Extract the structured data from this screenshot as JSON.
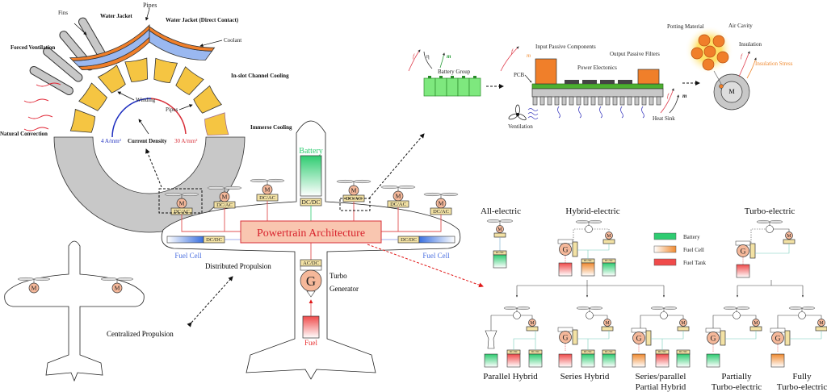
{
  "motor_cooling": {
    "fins": "Fins",
    "pipes_top": "Pipes",
    "water_jacket": "Water Jacket",
    "water_jacket_direct": "Water Jacket (Direct Contact)",
    "coolant": "Coolant",
    "forced_ventilation": "Forced Ventilation",
    "in_slot": "In-slot Channel Cooling",
    "winding": "Winding",
    "pipes_slot": "Pipes",
    "immerse": "Immerse Cooling",
    "natural_convection": "Natural Convection",
    "current_density": "Current Density",
    "cd_low": "4 A/mm²",
    "cd_high": "30 A/mm²"
  },
  "battery_group": {
    "label": "Battery Group",
    "f": "f",
    "eta": "η",
    "m": "m"
  },
  "power_electronics": {
    "input_passive": "Input Passive Components",
    "output_passive": "Output Passive Filters",
    "power_elec": "Power Electonics",
    "pcb": "PCB",
    "ventilation": "Ventilation",
    "heat_sink": "Heat Sink",
    "f": "f",
    "m": "m"
  },
  "motor_insulation": {
    "potting": "Potting Material",
    "air_cavity": "Air Cavity",
    "insulation": "Insulation",
    "insulation_stress": "Insulation Stress",
    "motor": "M",
    "f": "f"
  },
  "aircraft": {
    "battery": "Battery",
    "dcdc": "DC/DC",
    "dcac": "DC/AC",
    "acdc": "AC/DC",
    "motor": "M",
    "generator": "G",
    "powertrain": "Powertrain Architecture",
    "fuel_cell": "Fuel Cell",
    "distributed": "Distributed Propulsion",
    "turbo": "Turbo",
    "generator_label": "Generator",
    "fuel": "Fuel",
    "centralized": "Centralized Propulsion"
  },
  "architectures": {
    "all_electric": "All-electric",
    "hybrid_electric": "Hybrid-electric",
    "turbo_electric": "Turbo-electric",
    "parallel": "Parallel Hybrid",
    "series": "Series Hybrid",
    "series_parallel_1": "Series/parallel",
    "series_parallel_2": "Partial Hybrid",
    "partial_turbo_1": "Partially",
    "partial_turbo_2": "Turbo-electric",
    "fully_turbo_1": "Fully",
    "fully_turbo_2": "Turbo-electric",
    "legend": [
      {
        "label": "Battery",
        "color": "#2ecc71"
      },
      {
        "label": "Fuel Cell",
        "color": "#f08a30"
      },
      {
        "label": "Fuel Tank",
        "color": "#f04a4a"
      }
    ]
  },
  "colors": {
    "battery": "#2ecc71",
    "fuel_cell_blue": "#4a7fe0",
    "fuel": "#e83030",
    "powertrain": "#f9c6b0",
    "copper": "#f5c542",
    "orange": "#f07f2a",
    "accent_red": "#d9232d"
  }
}
